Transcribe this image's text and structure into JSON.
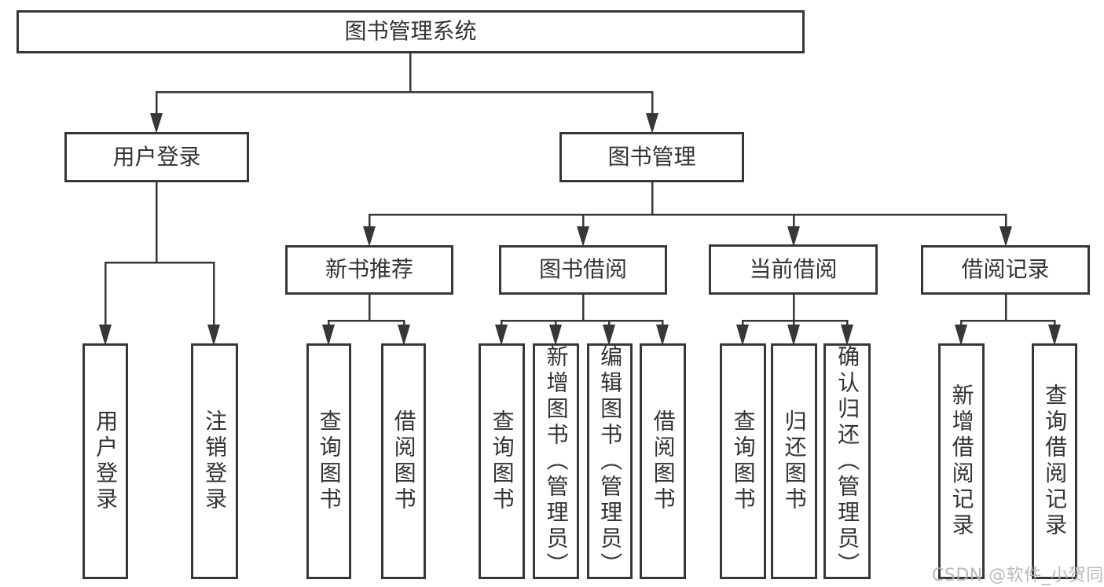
{
  "tree": {
    "label": "图书管理系统",
    "children": [
      {
        "label": "用户登录",
        "children": [
          {
            "label": "用户登录"
          },
          {
            "label": "注销登录"
          }
        ]
      },
      {
        "label": "图书管理",
        "children": [
          {
            "label": "新书推荐",
            "children": [
              {
                "label": "查询图书"
              },
              {
                "label": "借阅图书"
              }
            ]
          },
          {
            "label": "图书借阅",
            "children": [
              {
                "label": "查询图书"
              },
              {
                "label": "新增图书（管理员）"
              },
              {
                "label": "编辑图书（管理员）"
              },
              {
                "label": "借阅图书"
              }
            ]
          },
          {
            "label": "当前借阅",
            "children": [
              {
                "label": "查询图书"
              },
              {
                "label": "归还图书"
              },
              {
                "label": "确认归还（管理员）"
              }
            ]
          },
          {
            "label": "借阅记录",
            "children": [
              {
                "label": "新增借阅记录"
              },
              {
                "label": "查询借阅记录"
              }
            ]
          }
        ]
      }
    ]
  },
  "watermark": {
    "text": "CSDN @软件_小贺同学"
  },
  "colors": {
    "line": "#373737",
    "text": "#333333",
    "box_background": "#ffffff",
    "watermark": "#b4b4b4",
    "background": "#ffffff"
  }
}
